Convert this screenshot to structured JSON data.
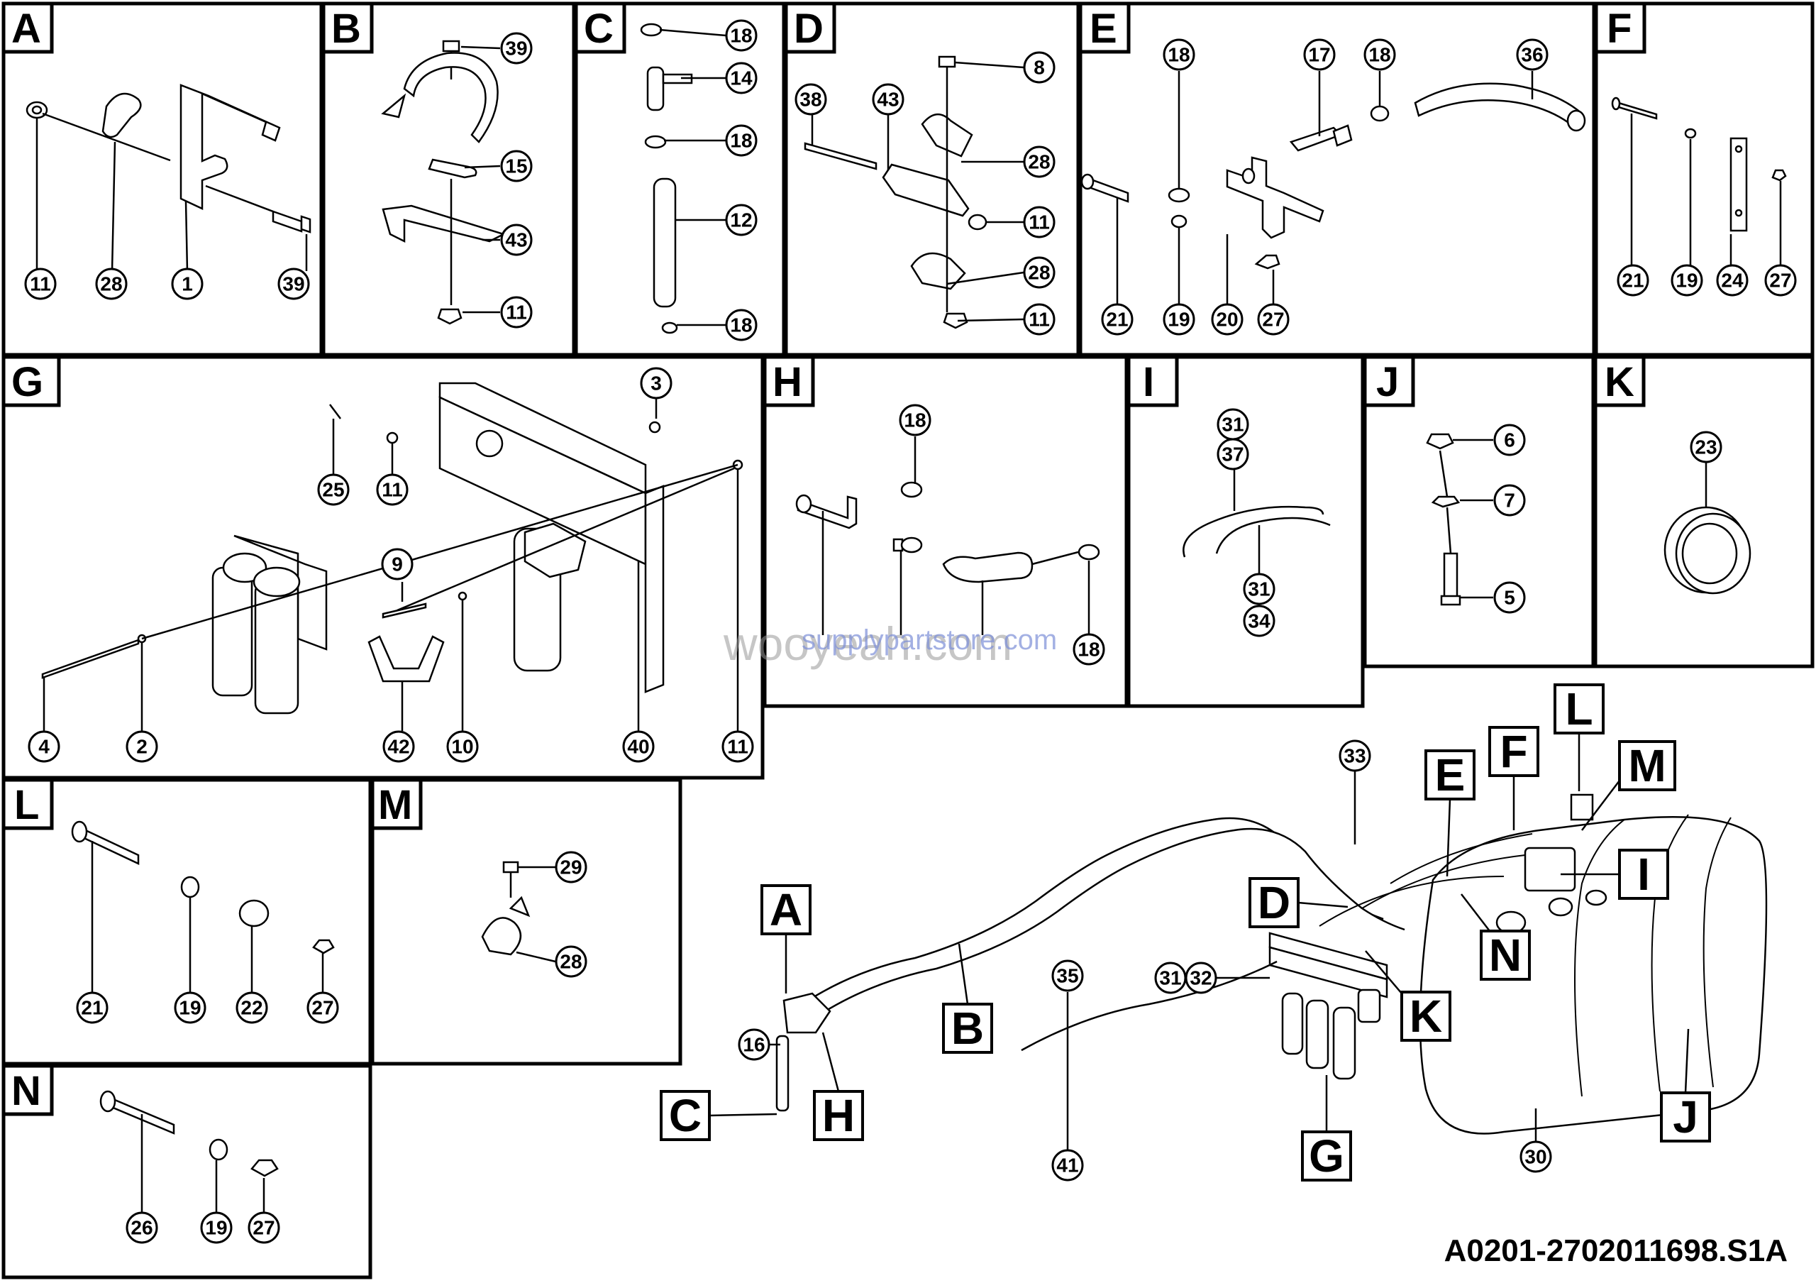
{
  "panels": [
    {
      "label": "A",
      "callouts": [
        "11",
        "28",
        "1",
        "39"
      ]
    },
    {
      "label": "B",
      "callouts": [
        "39",
        "15",
        "43",
        "11"
      ]
    },
    {
      "label": "C",
      "callouts": [
        "18",
        "14",
        "18",
        "12",
        "18"
      ]
    },
    {
      "label": "D",
      "callouts": [
        "8",
        "38",
        "43",
        "28",
        "11",
        "28",
        "11"
      ]
    },
    {
      "label": "E",
      "callouts": [
        "18",
        "17",
        "18",
        "36",
        "21",
        "19",
        "20",
        "27"
      ]
    },
    {
      "label": "F",
      "callouts": [
        "21",
        "19",
        "24",
        "27"
      ]
    },
    {
      "label": "G",
      "callouts": [
        "3",
        "25",
        "11",
        "9",
        "4",
        "2",
        "42",
        "10",
        "40",
        "11"
      ]
    },
    {
      "label": "H",
      "callouts": [
        "18",
        "18"
      ]
    },
    {
      "label": "I",
      "callouts": [
        "31",
        "37",
        "31",
        "34"
      ]
    },
    {
      "label": "J",
      "callouts": [
        "6",
        "7",
        "5"
      ]
    },
    {
      "label": "K",
      "callouts": [
        "23"
      ]
    },
    {
      "label": "L",
      "callouts": [
        "21",
        "19",
        "22",
        "27"
      ]
    },
    {
      "label": "M",
      "callouts": [
        "29",
        "28"
      ]
    },
    {
      "label": "N",
      "callouts": [
        "26",
        "19",
        "27"
      ]
    }
  ],
  "assembly": {
    "view_labels": [
      "A",
      "B",
      "C",
      "D",
      "E",
      "F",
      "G",
      "H",
      "I",
      "J",
      "K",
      "L",
      "M",
      "N"
    ],
    "callouts": [
      "33",
      "16",
      "35",
      "31",
      "32",
      "41",
      "30"
    ]
  },
  "watermarks": [
    "wooyeah.com",
    "supplypartstore.com"
  ],
  "drawing_code": "A0201-2702011698.S1A"
}
